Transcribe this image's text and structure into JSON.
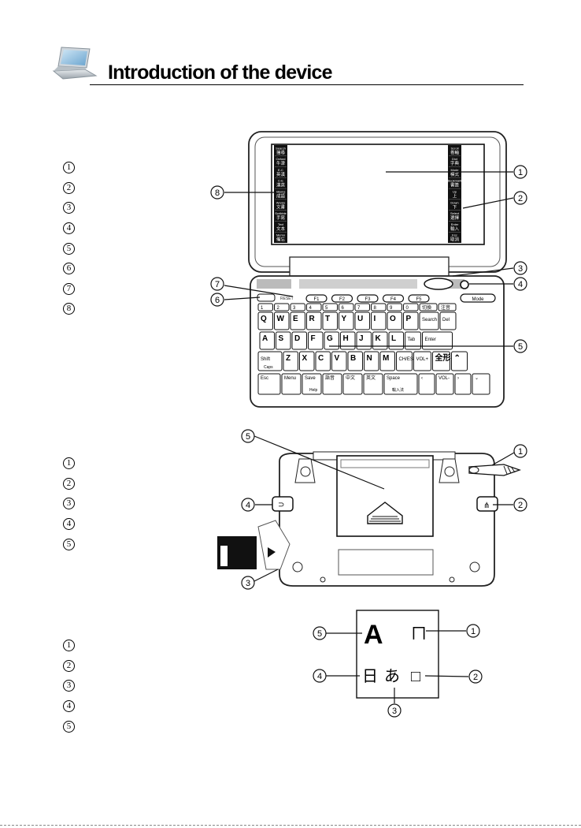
{
  "page": {
    "title": "Introduction of the device"
  },
  "front_view": {
    "list_numbers": [
      "1",
      "2",
      "3",
      "4",
      "5",
      "6",
      "7",
      "8"
    ],
    "callouts": [
      "1",
      "2",
      "3",
      "4",
      "5",
      "6",
      "7",
      "8"
    ],
    "left_panel_keys": [
      "Search 搜尋",
      "Oxford 牛津",
      "E-C 英漢",
      "C-E 漢英",
      "Idioms 成語",
      "Words 文書",
      "Scribble 手寫",
      "Text 文本",
      "Memo 備忘"
    ],
    "right_panel_keys": [
      "Scroll 卷軸",
      "Dict 字典",
      "Mode 模式",
      "Bookmark 書簽",
      "Up 上",
      "Down 下",
      "Select 選擇",
      "Enter 輸入",
      "Esc 取消"
    ],
    "function_keys": [
      "F1",
      "F2",
      "F3",
      "F4",
      "F5"
    ],
    "right_buttons": [
      "Mode"
    ],
    "number_row": [
      "1",
      "2",
      "3",
      "4",
      "5",
      "6",
      "7",
      "8",
      "9",
      "0",
      "切換",
      "注音"
    ],
    "row_q": [
      "Q",
      "W",
      "E",
      "R",
      "T",
      "Y",
      "U",
      "I",
      "O",
      "P",
      "Search",
      "Del"
    ],
    "row_a": [
      "A",
      "S",
      "D",
      "F",
      "G",
      "H",
      "J",
      "K",
      "L",
      "Tab",
      "Enter"
    ],
    "row_z": [
      "Shift",
      "Z",
      "X",
      "C",
      "V",
      "B",
      "N",
      "M",
      "CH/ES",
      "VOL+",
      "全形",
      "⌃"
    ],
    "row_bottom": [
      "Esc",
      "Menu",
      "Save",
      "語音",
      "中文",
      "英文",
      "Space",
      "‹",
      "VOL-",
      "›",
      "⌄"
    ],
    "sub_labels": {
      "shift": "Caps",
      "save": "Help",
      "space": "輸入法"
    }
  },
  "back_view": {
    "list_numbers": [
      "1",
      "2",
      "3",
      "4",
      "5"
    ],
    "callouts": [
      "1",
      "2",
      "3",
      "4",
      "5"
    ]
  },
  "icon_box": {
    "list_numbers": [
      "1",
      "2",
      "3",
      "4",
      "5"
    ],
    "callouts": [
      "1",
      "2",
      "3",
      "4",
      "5"
    ],
    "glyphs": {
      "top_left": "A",
      "top_right": "ㄇ",
      "bottom_left": "日",
      "bottom_center": "あ",
      "bottom_right": "□"
    }
  }
}
